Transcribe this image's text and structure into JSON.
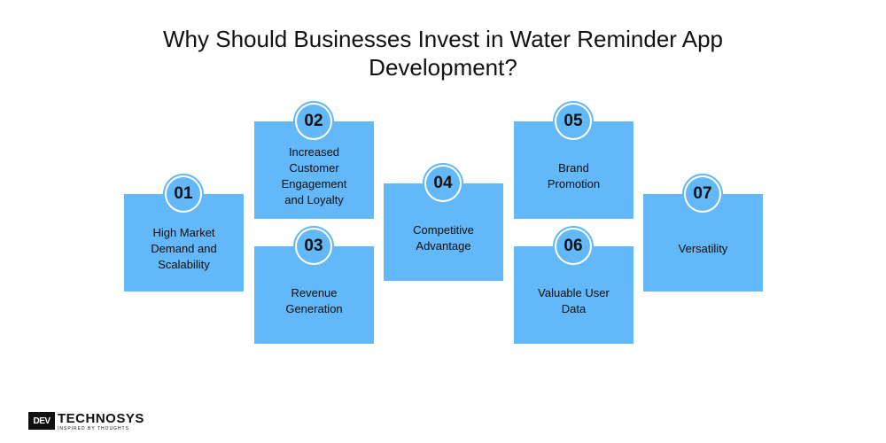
{
  "title": {
    "line1": "Why Should Businesses Invest in Water Reminder App",
    "line2": "Development?"
  },
  "steps": [
    {
      "number": "01",
      "label_lines": [
        "High Market",
        "Demand and",
        "Scalability"
      ]
    },
    {
      "number": "02",
      "label_lines": [
        "Increased",
        "Customer",
        "Engagement",
        "and Loyalty"
      ]
    },
    {
      "number": "03",
      "label_lines": [
        "Revenue",
        "Generation"
      ]
    },
    {
      "number": "04",
      "label_lines": [
        "Competitive",
        "Advantage"
      ]
    },
    {
      "number": "05",
      "label_lines": [
        "Brand",
        "Promotion"
      ]
    },
    {
      "number": "06",
      "label_lines": [
        "Valuable User",
        "Data"
      ]
    },
    {
      "number": "07",
      "label_lines": [
        "Versatility"
      ]
    }
  ],
  "logo": {
    "mark": "DEV",
    "name": "TECHNOSYS",
    "tagline": "INSPIRED BY THOUGHTS"
  },
  "colors": {
    "card": "#62b8f8",
    "badge_ring": "#62b8f8",
    "text": "#111111"
  }
}
